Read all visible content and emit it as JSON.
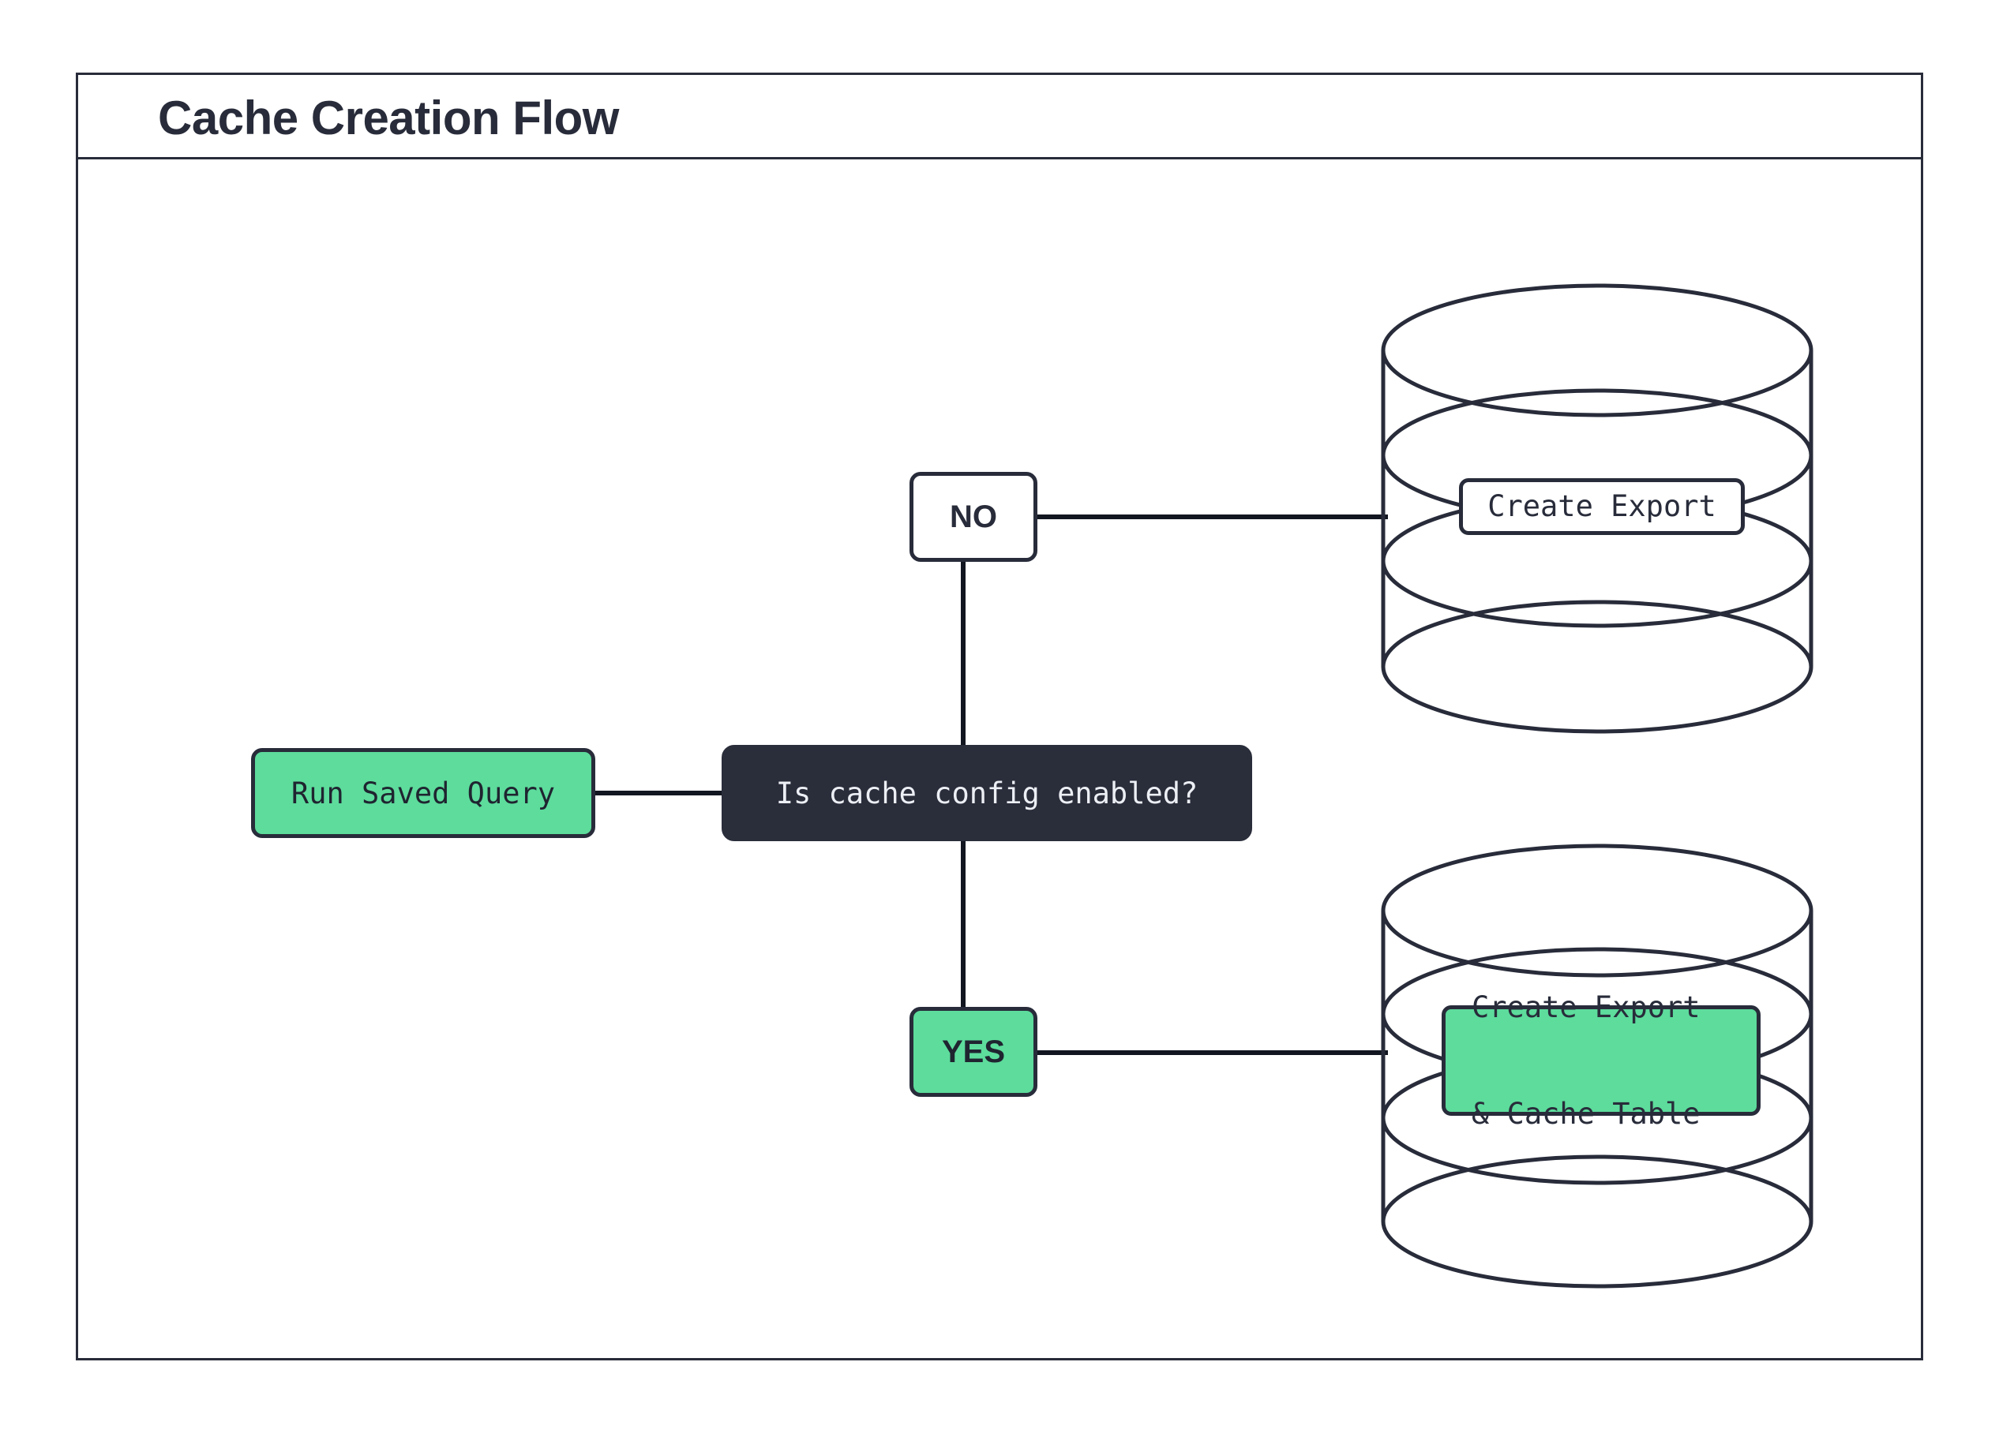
{
  "diagram": {
    "title": "Cache Creation Flow",
    "type": "flowchart",
    "theme": {
      "background": "#ffffff",
      "stroke": "#282c3a",
      "accent_green": "#5DDC9C",
      "dark_fill": "#2A2D3A",
      "dark_text": "#eceff4",
      "light_fill": "#ffffff"
    },
    "nodes": [
      {
        "id": "run-saved-query",
        "label": "Run Saved Query",
        "shape": "rounded-rect",
        "fill": "#5DDC9C",
        "text_color": "#1f2430"
      },
      {
        "id": "decision",
        "label": "Is cache config enabled?",
        "shape": "rounded-rect",
        "fill": "#2A2D3A",
        "text_color": "#eceff4"
      },
      {
        "id": "branch-no",
        "label": "NO",
        "shape": "rounded-rect",
        "fill": "#ffffff",
        "text_color": "#282c3a"
      },
      {
        "id": "branch-yes",
        "label": "YES",
        "shape": "rounded-rect",
        "fill": "#5DDC9C",
        "text_color": "#1f2430"
      },
      {
        "id": "database-top",
        "shape": "cylinder",
        "label": "Create Export",
        "label_lines": [
          "Create Export"
        ],
        "label_fill": "#ffffff",
        "text_color": "#282c3a"
      },
      {
        "id": "database-bottom",
        "shape": "cylinder",
        "label": "Create Export & Cache Table",
        "label_lines": [
          "Create Export",
          "& Cache Table"
        ],
        "label_fill": "#5DDC9C",
        "text_color": "#1f2430"
      }
    ],
    "edges": [
      {
        "from": "run-saved-query",
        "to": "decision",
        "label": ""
      },
      {
        "from": "decision",
        "to": "branch-no",
        "label": ""
      },
      {
        "from": "decision",
        "to": "branch-yes",
        "label": ""
      },
      {
        "from": "branch-no",
        "to": "database-top",
        "label": ""
      },
      {
        "from": "branch-yes",
        "to": "database-bottom",
        "label": ""
      }
    ]
  }
}
